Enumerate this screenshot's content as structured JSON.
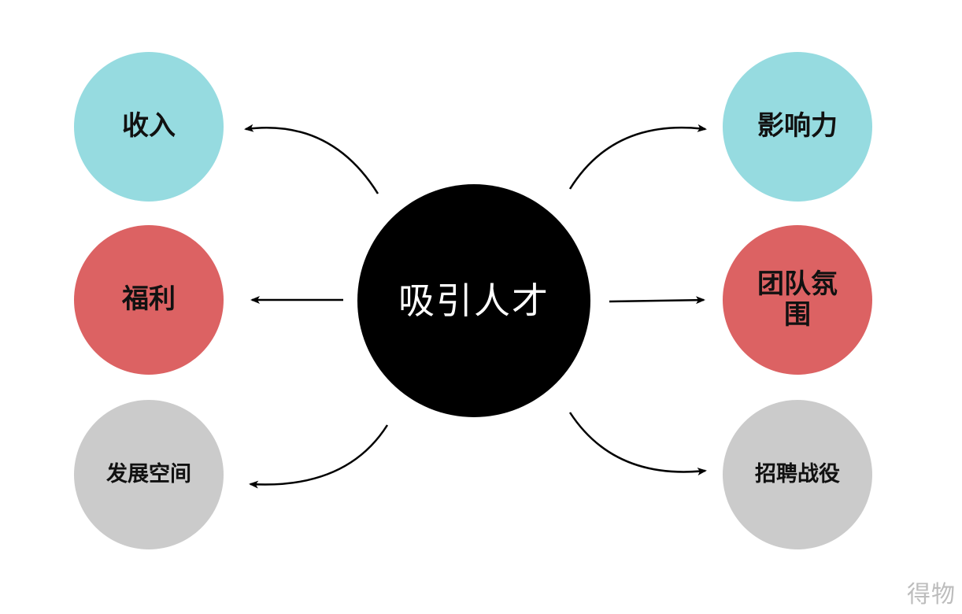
{
  "center": {
    "label": "吸引人才",
    "color": "#000000"
  },
  "nodes": {
    "income": {
      "label": "收入",
      "color": "#96dbe0"
    },
    "welfare": {
      "label": "福利",
      "color": "#dc6263"
    },
    "development": {
      "label": "发展空间",
      "color": "#cbcbcb"
    },
    "influence": {
      "label": "影响力",
      "color": "#96dbe0"
    },
    "team": {
      "label": "团队氛围",
      "color": "#dc6263"
    },
    "recruiting": {
      "label": "招聘战役",
      "color": "#cbcbcb"
    }
  },
  "watermark": {
    "text": "得物"
  },
  "connector_color": "#000000"
}
